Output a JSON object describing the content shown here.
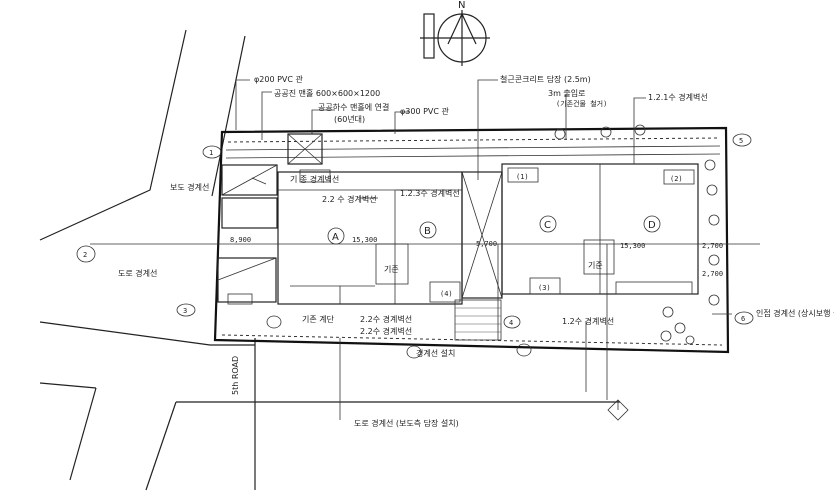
{
  "labels": {
    "pvc_top": "φ200 PVC 관",
    "catch_basin": "공공진 맨홀 600×600×1200",
    "meter": "공공하수 맨홀에 연결",
    "meter_sub": "(60년대)",
    "pvc_right": "φ300 PVC 관",
    "fence_top": "철근콘크리트 담장 (2.5m)",
    "gate_top": "3m 출입로",
    "gate_sub": "(기존건물 철거)",
    "wall_121": "1.2.1수 경계벽선",
    "road_left": "도로 경계선",
    "wall_22": "2.2 수 경계벽선",
    "wall_123": "1.2.3수 경계벽선",
    "wall_upper_left": "기 종 경계벽선",
    "left_sidewalk": "보도 경계선",
    "right_boundary": "인접 경계선 (상시보행 불가)",
    "bottom_wall1": "기존 계단",
    "bottom_wall2": "2.2수 경계벽선",
    "bottom_wall3": "2.2수 경계벽선",
    "bottom_center": "경계선 설치",
    "bottom_right": "1.2수 경계벽선",
    "road_bottom": "도로 경계선 (보도측 담장 설치)",
    "side_road": "5th ROAD",
    "north": "N"
  },
  "zones": {
    "a": "A",
    "b": "B",
    "c": "C",
    "d": "D"
  },
  "dims": {
    "w1": "15,300",
    "w2": "15,300",
    "d1": "8,900",
    "d2": "2,700",
    "d3": "2,700",
    "d4": "5,700"
  },
  "tags": {
    "r1": "(1)",
    "r2": "(2)",
    "r3": "(3)",
    "r4": "(4)",
    "elev1": "기준",
    "elev2": "기준"
  },
  "markers": {
    "m1": "1",
    "m2": "2",
    "m3": "3",
    "m4": "4",
    "m5": "5",
    "m6": "6"
  }
}
